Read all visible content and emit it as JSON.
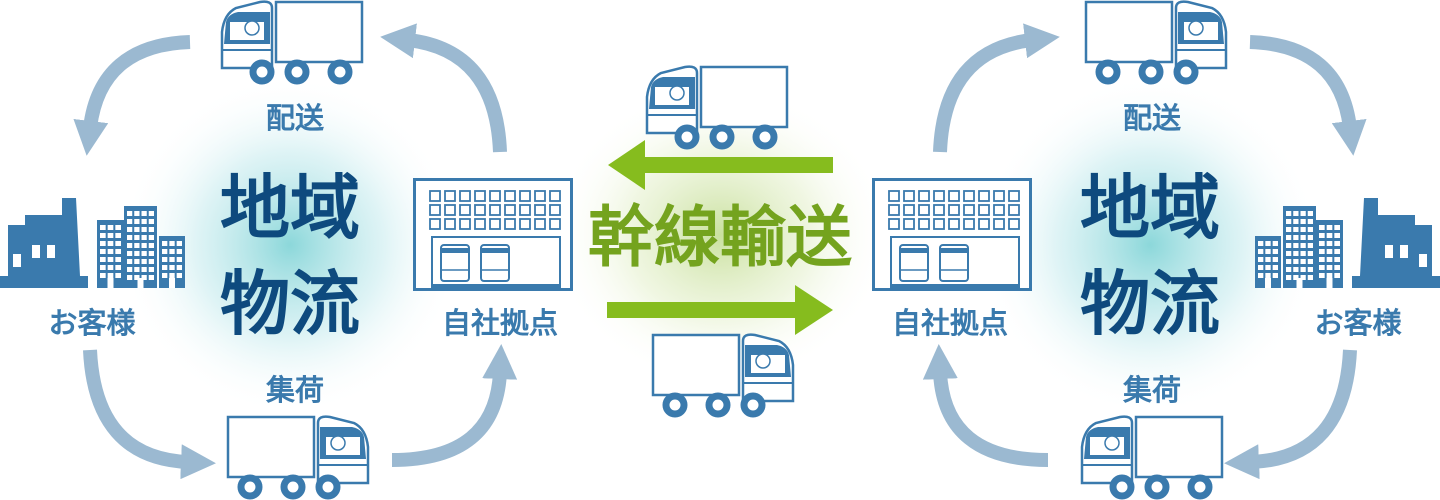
{
  "colors": {
    "blue": "#3a7aad",
    "navy": "#0e4a7e",
    "arrow": "#9bb9d1",
    "green": "#86bc1e",
    "green_text": "#74a31e"
  },
  "left": {
    "delivery": "配送",
    "region_1": "地域",
    "region_2": "物流",
    "customer": "お客様",
    "depot": "自社拠点",
    "pickup": "集荷"
  },
  "right": {
    "delivery": "配送",
    "region_1": "地域",
    "region_2": "物流",
    "customer": "お客様",
    "depot": "自社拠点",
    "pickup": "集荷"
  },
  "center": {
    "trunk": "幹線輸送"
  }
}
